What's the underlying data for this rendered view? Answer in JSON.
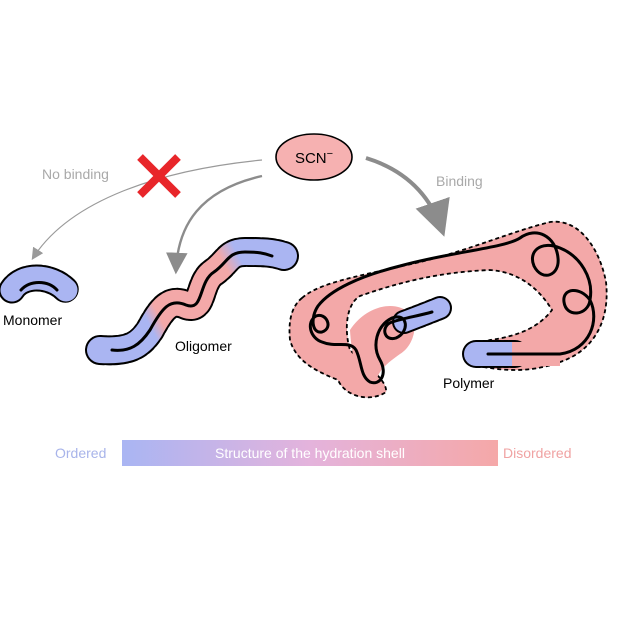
{
  "ion": {
    "label": "SCN",
    "charge": "−"
  },
  "arrows": {
    "no_binding": "No binding",
    "binding": "Binding"
  },
  "species": {
    "monomer": "Monomer",
    "oligomer": "Oligomer",
    "polymer": "Polymer"
  },
  "legend": {
    "left": "Ordered",
    "center": "Structure of the hydration shell",
    "right": "Disordered"
  },
  "colors": {
    "ordered": "#aab5f2",
    "disordered": "#f3a8a8",
    "ion_fill": "#f6b1b1",
    "cross": "#e8262a",
    "arrow": "#8c8c8c",
    "text_gray": "#a9a9a9",
    "legend_ordered_text": "#a8b4ea",
    "legend_disordered_text": "#f0a3a3"
  }
}
